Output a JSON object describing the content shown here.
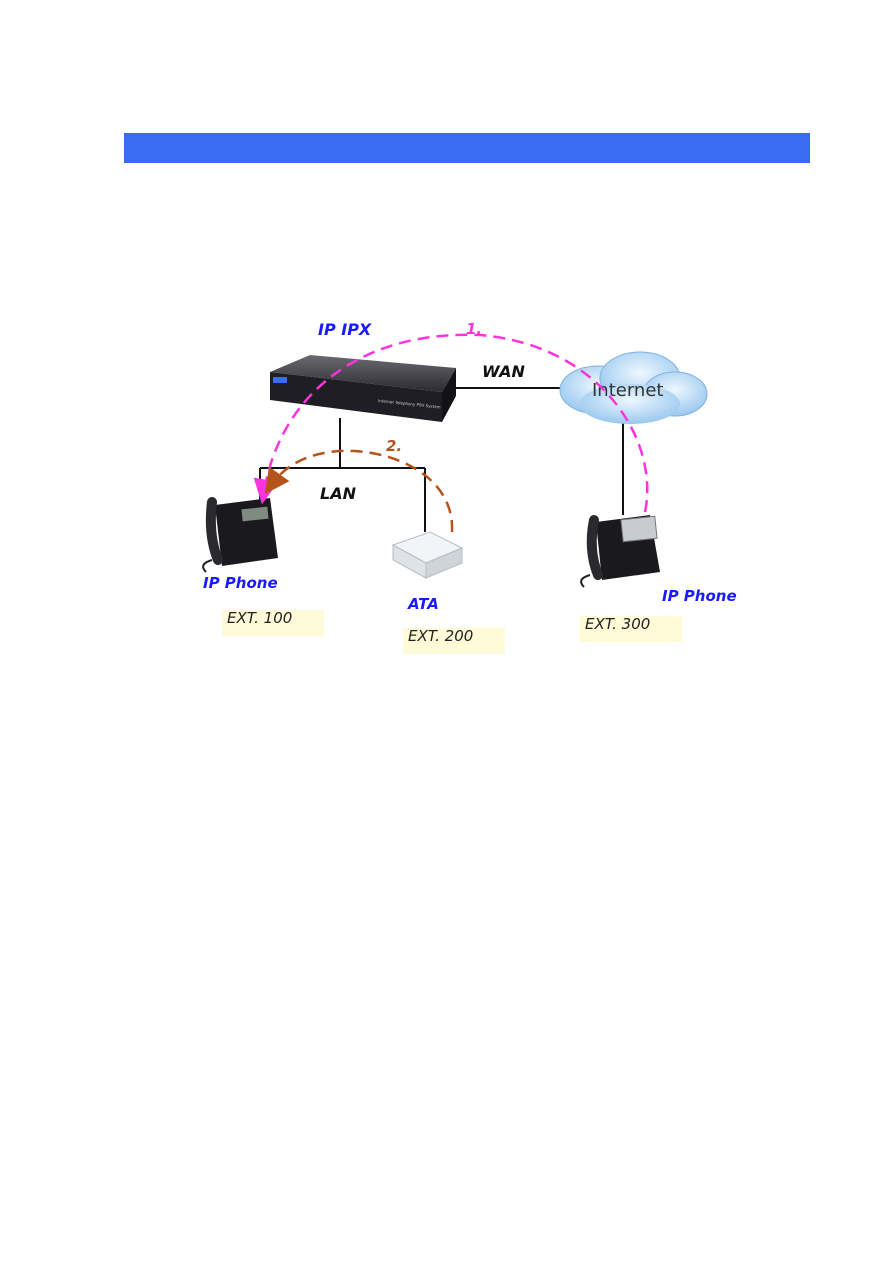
{
  "header": {
    "color": "#3a6cf3"
  },
  "diagram": {
    "pbx_label": "IP IPX",
    "pbx_front_text": "Internet Telephony PBX System",
    "wan_label": "WAN",
    "lan_label": "LAN",
    "internet_label": "Internet",
    "flow1_label": "1.",
    "flow2_label": "2.",
    "phone1": {
      "label": "IP Phone",
      "ext": "EXT. 100"
    },
    "ata": {
      "label": "ATA",
      "ext": "EXT. 200"
    },
    "phone3": {
      "label": "IP Phone",
      "ext": "EXT. 300"
    },
    "colors": {
      "label_blue": "#1a1aff",
      "flow1": "#ff33dd",
      "flow2": "#b5541a",
      "ext_box": "#fffbd8"
    }
  }
}
